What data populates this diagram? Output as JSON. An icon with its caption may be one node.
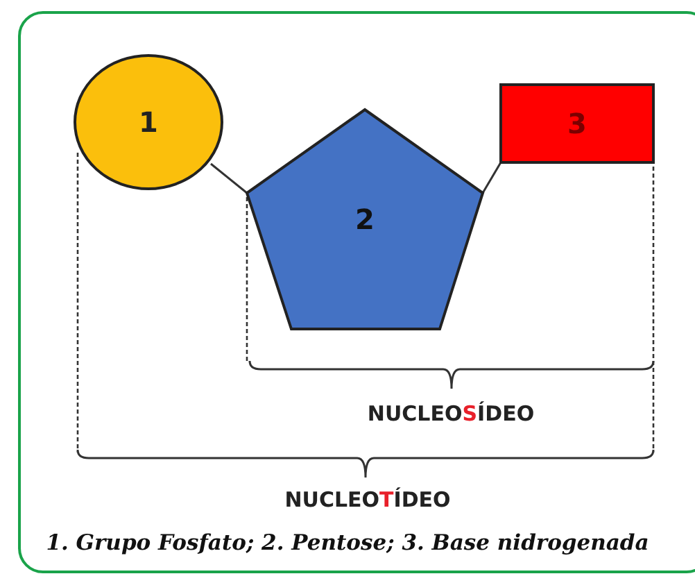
{
  "diagram": {
    "caption": "1. Grupo Fosfato; 2. Pentose; 3. Base nidrogenada",
    "nodes": [
      {
        "text": [
          "1"
        ]
      },
      {
        "text": [
          "2"
        ]
      },
      {
        "text": [
          "3"
        ]
      }
    ],
    "edges": [
      {
        "from": 0,
        "to": 1,
        "arrow": "none"
      },
      {
        "from": 1,
        "to": 2,
        "arrow": "none"
      }
    ],
    "labels": [
      "NUCLEO**S**ÍDEO",
      "NUCLEO**T**ÍDEO"
    ]
  }
}
